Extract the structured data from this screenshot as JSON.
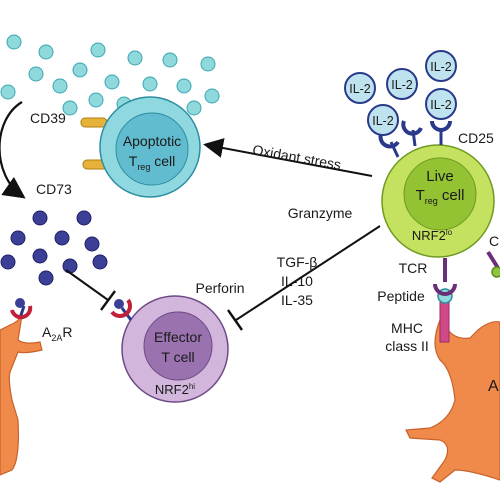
{
  "colors": {
    "atp_dot": "#8fd8dc",
    "adenosine_dot": "#3b3f96",
    "apoptotic_outer": "#8fd8e0",
    "apoptotic_inner": "#62bccf",
    "live_outer": "#c4e25f",
    "live_inner": "#93c233",
    "effector_outer": "#d2b6dc",
    "effector_inner": "#9a72b0",
    "il2_fill": "#bfe3ee",
    "receptor": "#2a3a8a",
    "enzyme": "#e6b23a",
    "dendritic": "#f08a4b",
    "mhc": "#d04a8a",
    "tcr": "#6b2f7a",
    "red_receptor": "#c0203a"
  },
  "labels": {
    "cd39": "CD39",
    "cd73": "CD73",
    "a2ar_main": "A",
    "a2ar_sub": "2A",
    "a2ar_end": "R",
    "apoptotic_line1": "Apoptotic",
    "apoptotic_line2_main": "T",
    "apoptotic_line2_sub": "reg",
    "apoptotic_line2_end": " cell",
    "oxidant": "Oxidant stress",
    "granzyme": "Granzyme",
    "cytokine_1": "TGF-β",
    "cytokine_2": "IL-10",
    "cytokine_3": "IL-35",
    "perforin": "Perforin",
    "live_line1": "Live",
    "live_line2_main": "T",
    "live_line2_sub": "reg",
    "live_line2_end": " cell",
    "live_nrf2_main": "NRF2",
    "live_nrf2_sup": "lo",
    "effector_line1": "Effector",
    "effector_line2": "T cell",
    "effector_nrf2_main": "NRF2",
    "effector_nrf2_sup": "hi",
    "cd25": "CD25",
    "tcr": "TCR",
    "peptide": "Peptide",
    "mhc_line1": "MHC",
    "mhc_line2": "class II",
    "il2": "IL-2",
    "partial_c": "C",
    "partial_a": "A"
  }
}
